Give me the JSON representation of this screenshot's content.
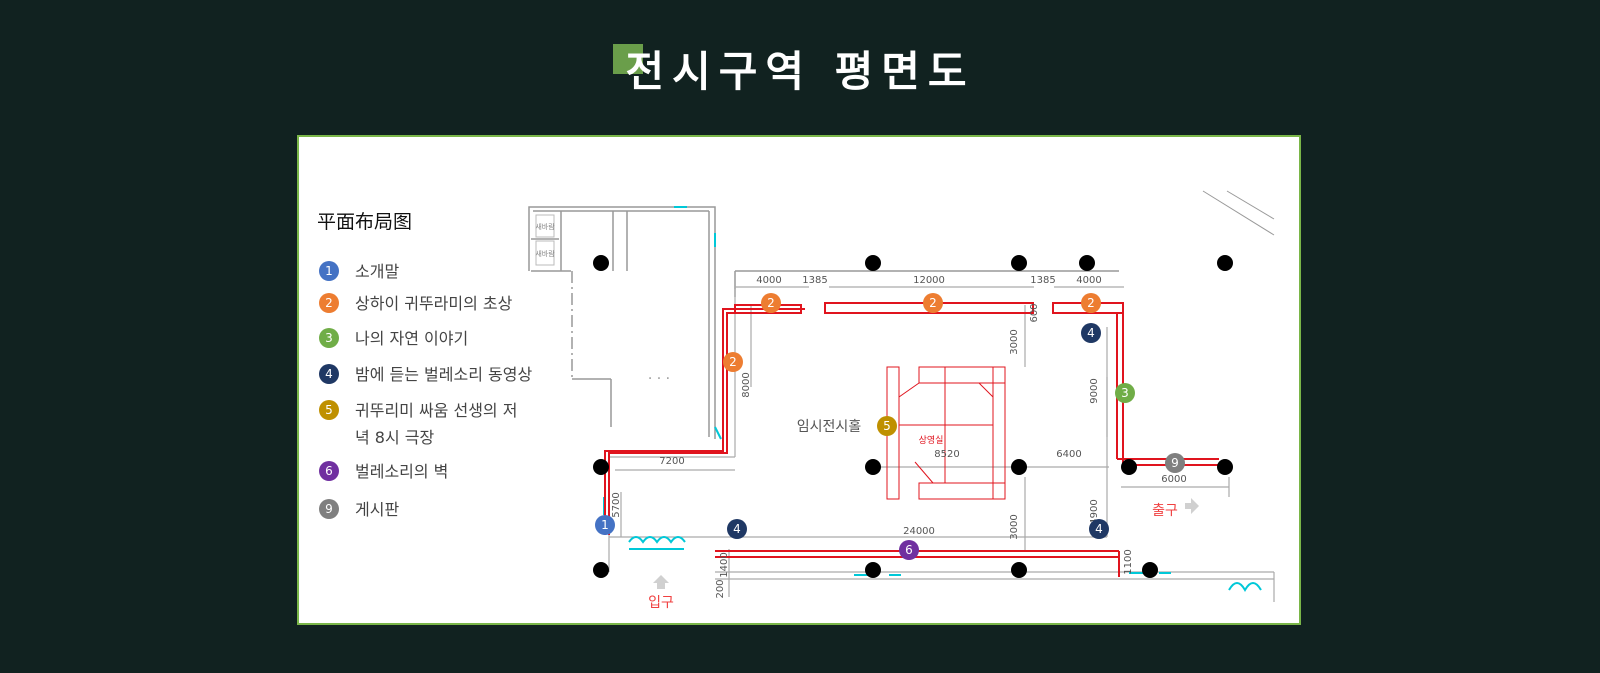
{
  "title": "전시구역 평면도",
  "legend": {
    "title": "平面布局图",
    "items": [
      {
        "num": "1",
        "label": "소개말",
        "color": "#4472c4"
      },
      {
        "num": "2",
        "label": "상하이 귀뚜라미의 초상",
        "color": "#ed7d31"
      },
      {
        "num": "3",
        "label": "나의 자연 이야기",
        "color": "#70ad47"
      },
      {
        "num": "4",
        "label": "밤에 듣는 벌레소리 동영상",
        "color": "#1f3864"
      },
      {
        "num": "5",
        "label": "귀뚜리미 싸움 선생의 저녁 8시 극장",
        "color": "#bf9000"
      },
      {
        "num": "6",
        "label": "벌레소리의 벽",
        "color": "#7030a0"
      },
      {
        "num": "9",
        "label": "게시판",
        "color": "#7f7f7f"
      }
    ]
  },
  "plan": {
    "entrance": "입구",
    "exit": "출구",
    "hall": "임시전시홀",
    "screening_room": "상영실",
    "small_room_label": "새바람",
    "dimensions": [
      "4000",
      "1385",
      "12000",
      "1385",
      "4000",
      "600",
      "3000",
      "8000",
      "9000",
      "7200",
      "8520",
      "6400",
      "6000",
      "5700",
      "24000",
      "3000",
      "4900",
      "1400",
      "200",
      "1100"
    ]
  },
  "colors": {
    "accent": "#6a9e4a",
    "wall_red": "#e0141e",
    "background": "#112220"
  }
}
